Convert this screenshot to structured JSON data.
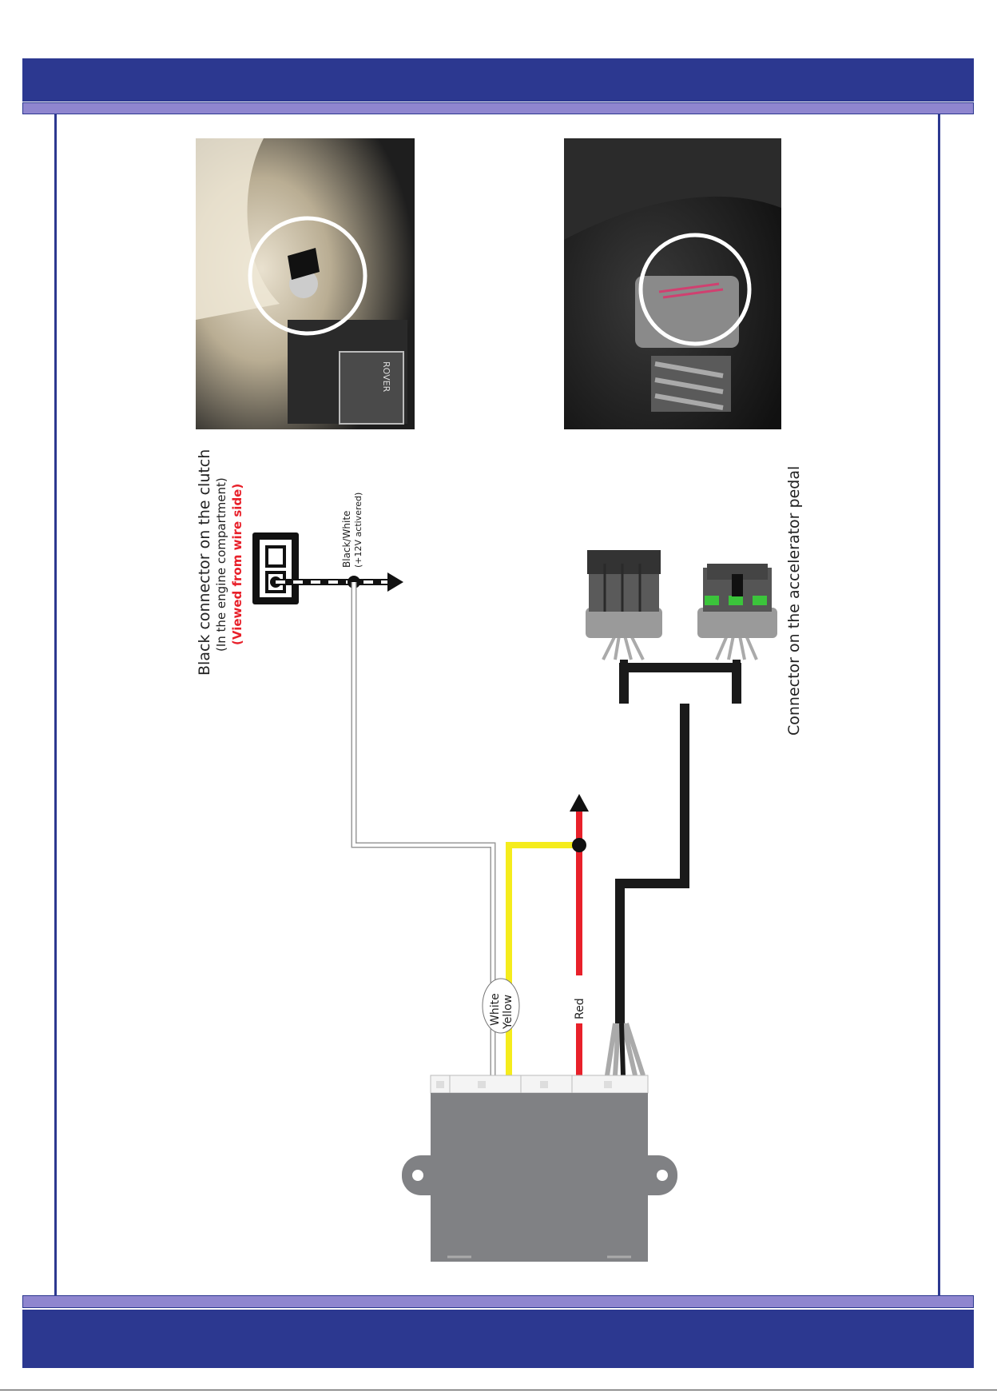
{
  "colors": {
    "header_blue": "#2c3890",
    "header_light": "#8f86cf",
    "wire_white": "#ffffff",
    "wire_yellow": "#f5ec1c",
    "wire_red": "#e8202a",
    "wire_black": "#1a1a1a",
    "module_gray": "#808184",
    "highlight_red": "#e8202a"
  },
  "photos": {
    "engine_bay": {
      "brand_text": "ROVER"
    },
    "accelerator_pedal": {}
  },
  "clutch_connector": {
    "title": "Black connector on the clutch",
    "subtitle": "(In the engine compartment)",
    "note": "(Viewed from wire side)",
    "wire_label": "Black/White",
    "wire_note": "(+12V activered)"
  },
  "pedal_connector": {
    "title": "Connector on the accelerator pedal"
  },
  "wire_labels": {
    "white": "White",
    "yellow": "Yellow",
    "red": "Red"
  }
}
